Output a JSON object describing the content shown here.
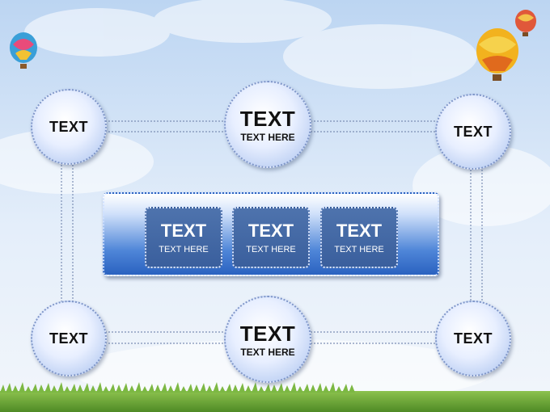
{
  "colors": {
    "sky_top": "#c9dcf3",
    "sky_bottom": "#eaf3fc",
    "grass": "#6fa83a",
    "panel": "#2f68c4",
    "box": "#43679f"
  },
  "nodes": {
    "top_left": {
      "title": "TEXT"
    },
    "top_center": {
      "title": "TEXT",
      "subtitle": "TEXT HERE"
    },
    "top_right": {
      "title": "TEXT"
    },
    "bottom_left": {
      "title": "TEXT"
    },
    "bottom_center": {
      "title": "TEXT",
      "subtitle": "TEXT HERE"
    },
    "bottom_right": {
      "title": "TEXT"
    }
  },
  "panel_items": [
    {
      "title": "TEXT",
      "subtitle": "TEXT HERE"
    },
    {
      "title": "TEXT",
      "subtitle": "TEXT HERE"
    },
    {
      "title": "TEXT",
      "subtitle": "TEXT HERE"
    }
  ],
  "decorations": [
    "hot-air-balloon-icon",
    "hot-air-balloon-icon",
    "hot-air-balloon-icon",
    "grass"
  ]
}
